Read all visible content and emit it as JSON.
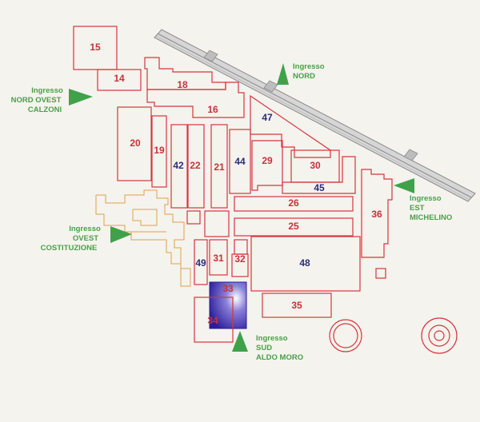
{
  "pavilions": [
    {
      "id": "15",
      "color": "red"
    },
    {
      "id": "14",
      "color": "red"
    },
    {
      "id": "18",
      "color": "red"
    },
    {
      "id": "16",
      "color": "red"
    },
    {
      "id": "47",
      "color": "blue"
    },
    {
      "id": "20",
      "color": "red"
    },
    {
      "id": "19",
      "color": "red"
    },
    {
      "id": "42",
      "color": "blue"
    },
    {
      "id": "22",
      "color": "red"
    },
    {
      "id": "21",
      "color": "red"
    },
    {
      "id": "44",
      "color": "blue"
    },
    {
      "id": "29",
      "color": "red"
    },
    {
      "id": "30",
      "color": "red"
    },
    {
      "id": "45",
      "color": "blue"
    },
    {
      "id": "26",
      "color": "red"
    },
    {
      "id": "25",
      "color": "red"
    },
    {
      "id": "36",
      "color": "red"
    },
    {
      "id": "49",
      "color": "blue"
    },
    {
      "id": "31",
      "color": "red"
    },
    {
      "id": "32",
      "color": "red"
    },
    {
      "id": "48",
      "color": "blue"
    },
    {
      "id": "33",
      "color": "red"
    },
    {
      "id": "34",
      "color": "red"
    },
    {
      "id": "35",
      "color": "red"
    }
  ],
  "entrances": [
    {
      "lines": [
        "Ingresso",
        "NORD"
      ]
    },
    {
      "lines": [
        "Ingresso",
        "NORD OVEST",
        "CALZONI"
      ]
    },
    {
      "lines": [
        "Ingresso",
        "EST",
        "MICHELINO"
      ]
    },
    {
      "lines": [
        "Ingresso",
        "OVEST",
        "COSTITUZIONE"
      ]
    },
    {
      "lines": [
        "Ingresso",
        "SUD",
        "ALDO MORO"
      ]
    }
  ],
  "colors": {
    "pavilion_outline": "#d8353c",
    "label_red": "#c8323a",
    "label_blue": "#2a2e7c",
    "entrance_green": "#3fa24a",
    "highlight": "#3a2ea0",
    "annex": "#e0a24a",
    "railway": "#9a9a9a"
  }
}
